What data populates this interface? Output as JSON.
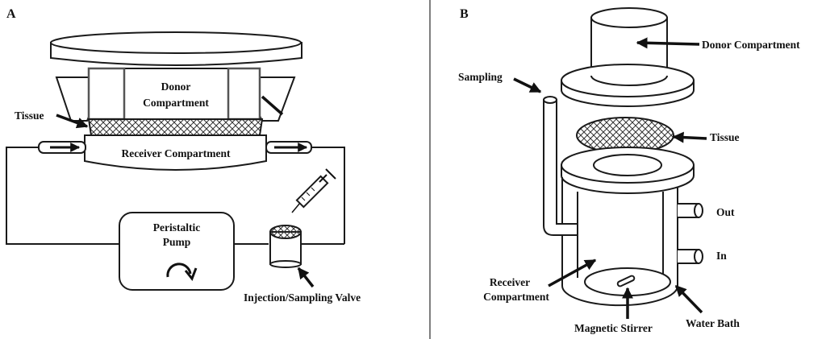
{
  "panel_a": {
    "letter": "A",
    "donor_line1": "Donor",
    "donor_line2": "Compartment",
    "tissue": "Tissue",
    "receiver": "Receiver Compartment",
    "pump_line1": "Peristaltic",
    "pump_line2": "Pump",
    "valve": "Injection/Sampling Valve"
  },
  "panel_b": {
    "letter": "B",
    "donor": "Donor Compartment",
    "sampling": "Sampling",
    "tissue": "Tissue",
    "out": "Out",
    "in": "In",
    "receiver_line1": "Receiver",
    "receiver_line2": "Compartment",
    "stirrer": "Magnetic Stirrer",
    "water_bath": "Water Bath"
  }
}
